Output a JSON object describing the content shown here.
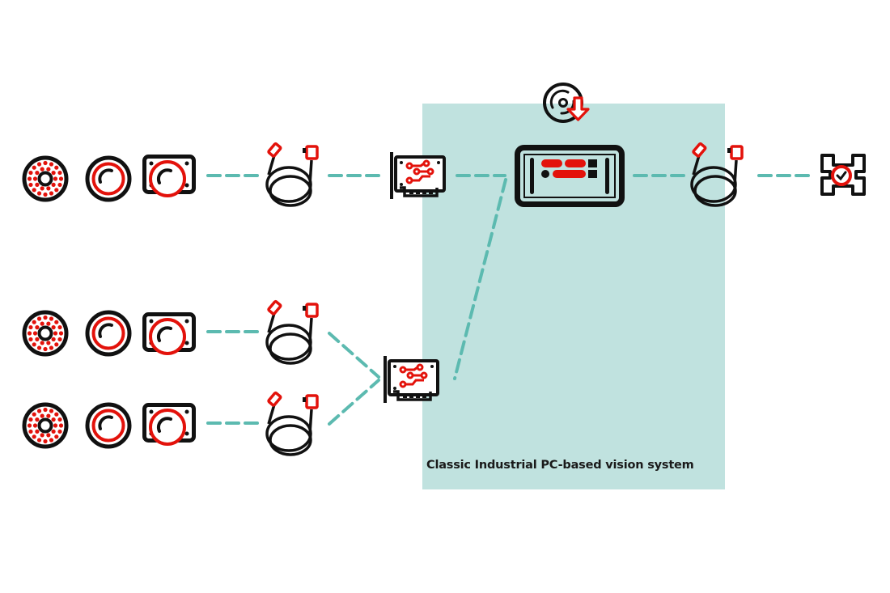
{
  "panel": {
    "label": "Classic Industrial PC-based vision system",
    "color": "#c0e2df"
  },
  "colors": {
    "red": "#e3120b",
    "black": "#111111",
    "dash": "#5cbab0"
  },
  "rows": [
    {
      "name": "camera-chain-1",
      "icons": [
        "ring-light-icon",
        "lens-icon",
        "camera-icon",
        "cable-icon",
        "frame-grabber-card-icon"
      ]
    },
    {
      "name": "camera-chain-2",
      "icons": [
        "ring-light-icon",
        "lens-icon",
        "camera-icon",
        "cable-icon"
      ]
    },
    {
      "name": "camera-chain-3",
      "icons": [
        "ring-light-icon",
        "lens-icon",
        "camera-icon",
        "cable-icon"
      ]
    }
  ],
  "system": {
    "icons": [
      "software-disc-icon",
      "industrial-pc-icon",
      "cable-icon",
      "output-check-icon"
    ]
  }
}
